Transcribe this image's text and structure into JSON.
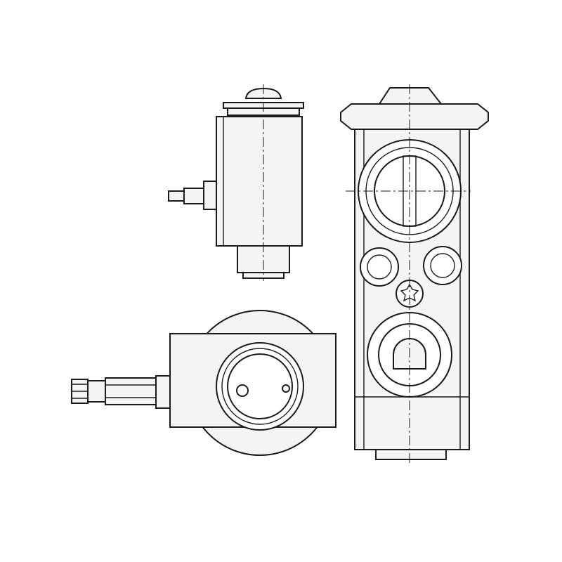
{
  "drawing": {
    "colors": {
      "line": "#1a1a1a",
      "fill": "#f4f4f4",
      "background": "#ffffff"
    },
    "views": [
      "side-view",
      "front-view",
      "top-view"
    ]
  }
}
